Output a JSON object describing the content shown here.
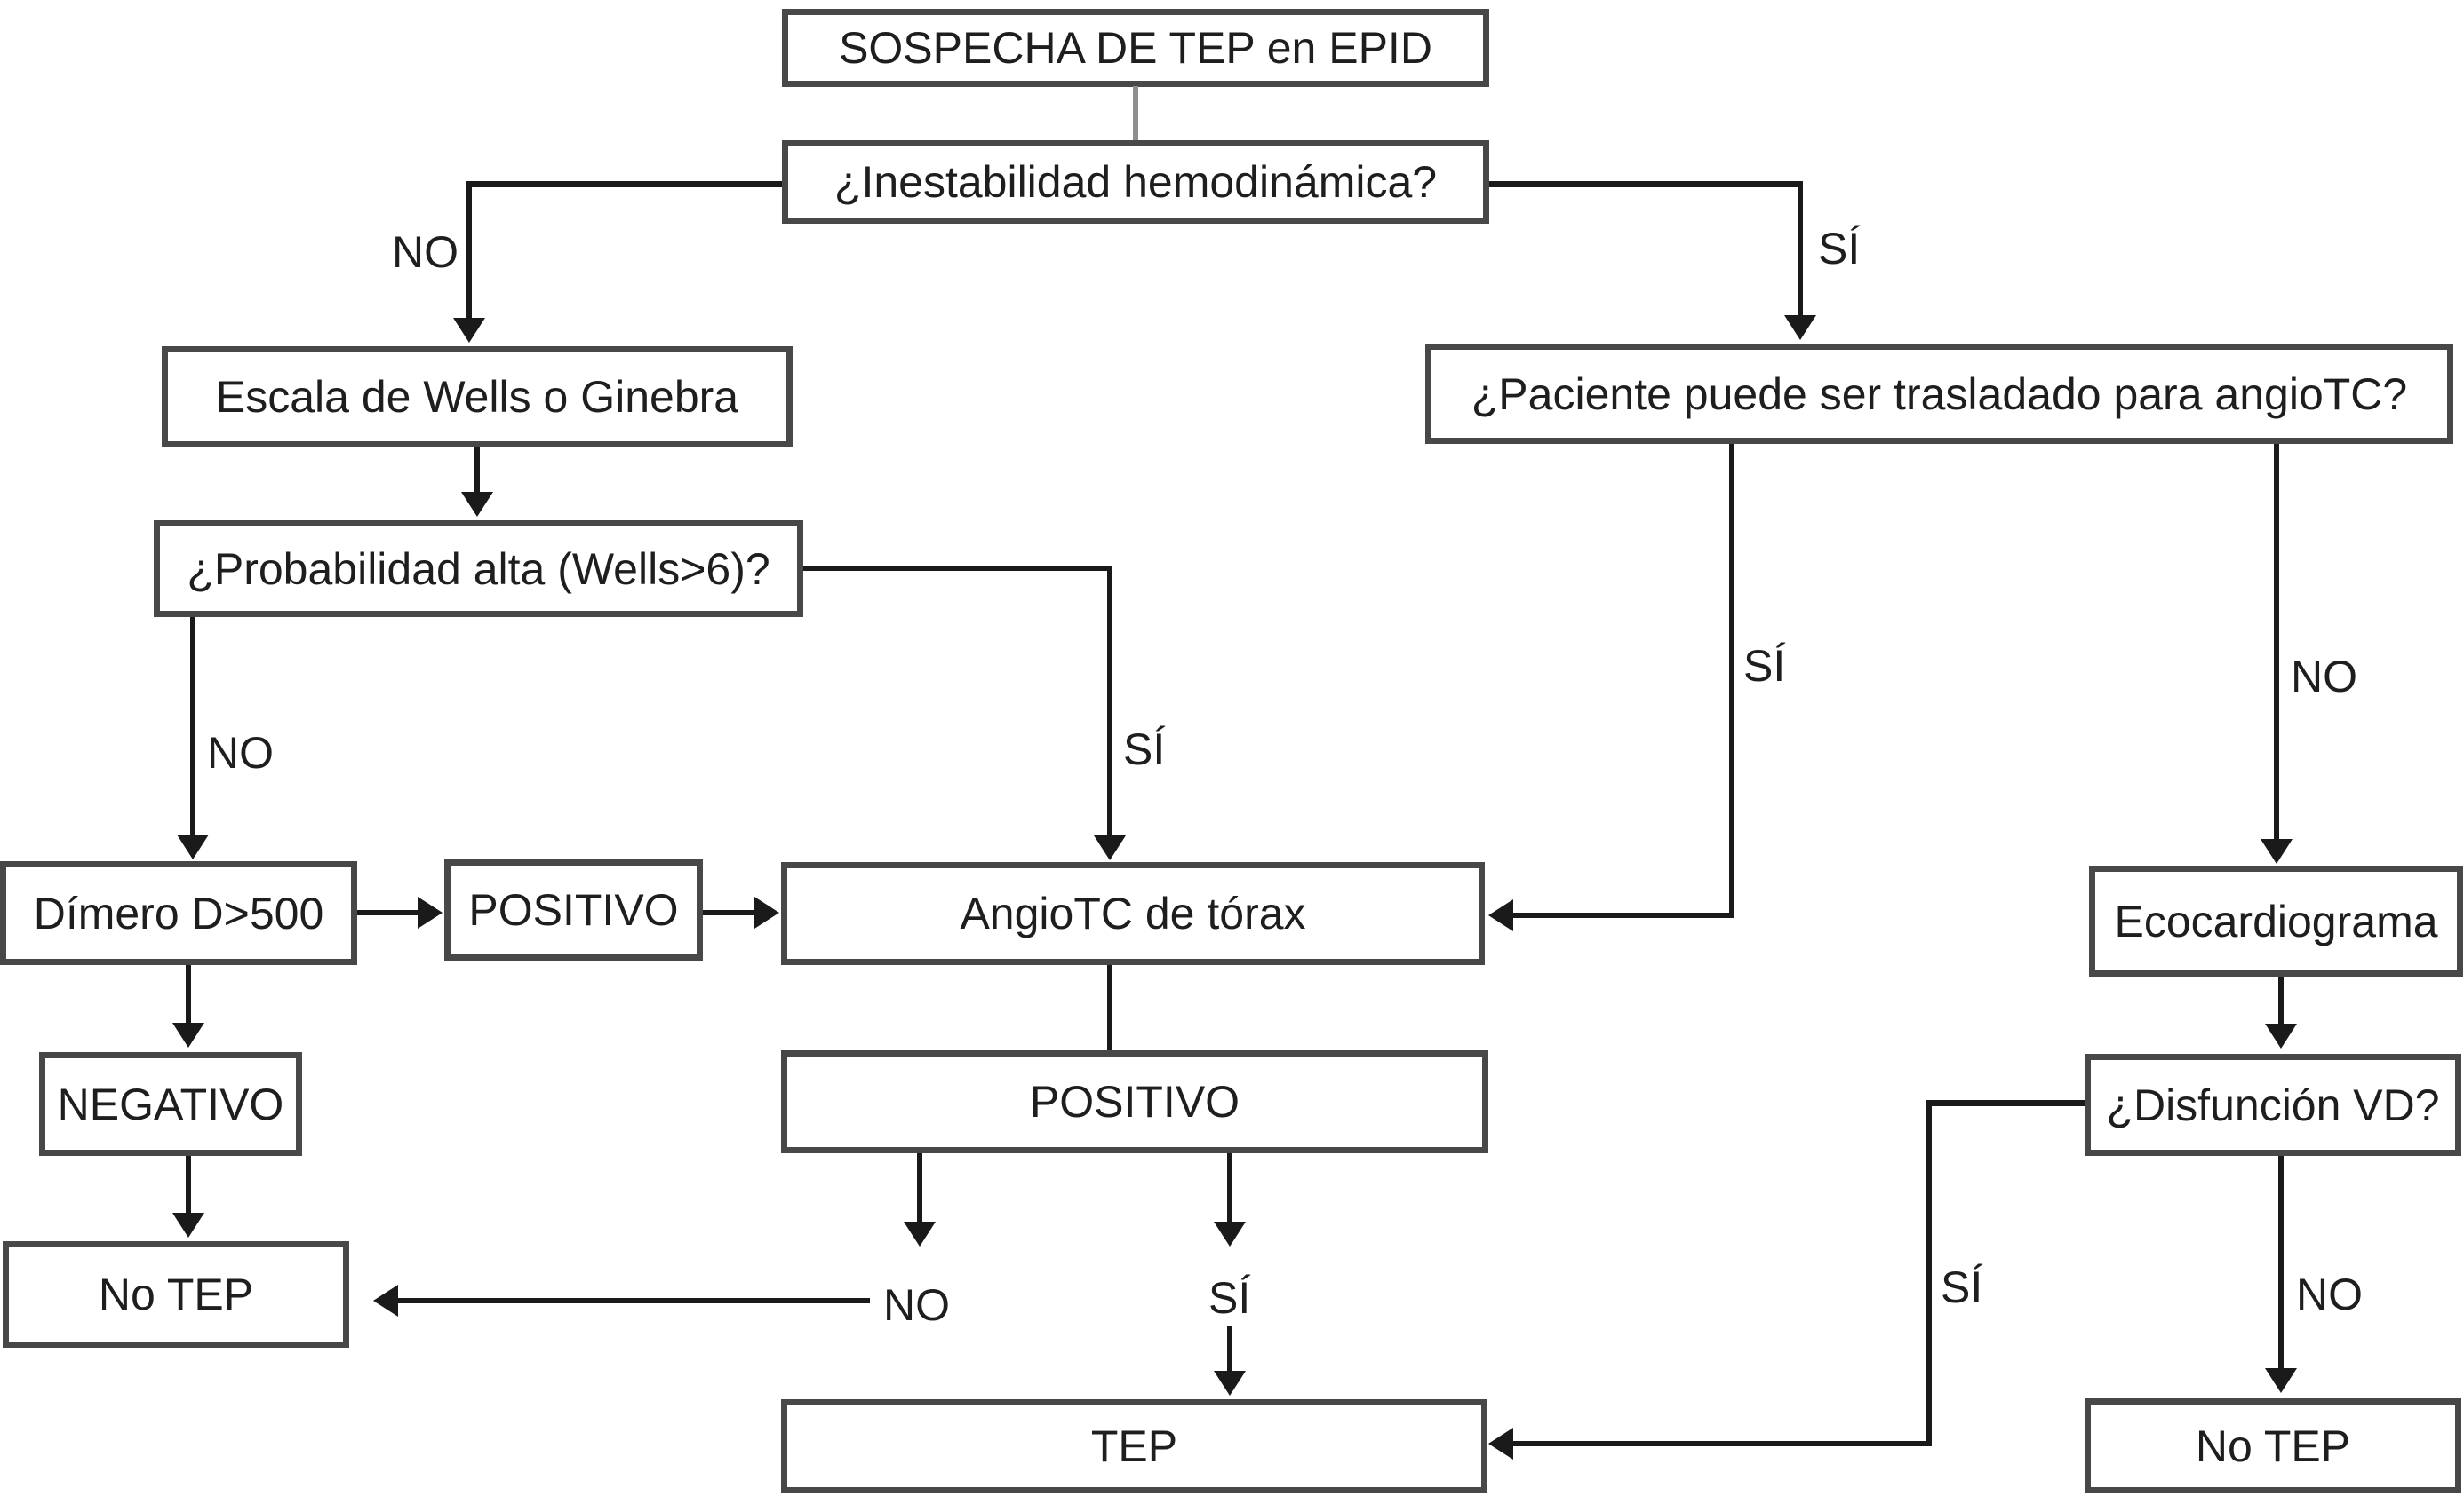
{
  "nodes": {
    "sospecha": {
      "label": "SOSPECHA DE TEP en EPID"
    },
    "inestabilidad": {
      "label": "¿Inestabilidad hemodinámica?"
    },
    "escala": {
      "label": "Escala de Wells o Ginebra"
    },
    "probabilidad": {
      "label": "¿Probabilidad alta (Wells>6)?"
    },
    "dimero": {
      "label": "Dímero D>500"
    },
    "positivo_dimero": {
      "label": "POSITIVO"
    },
    "angiotc": {
      "label": "AngioTC de tórax"
    },
    "negativo": {
      "label": "NEGATIVO"
    },
    "no_tep_izq": {
      "label": "No TEP"
    },
    "positivo_angiotc": {
      "label": "POSITIVO"
    },
    "tep": {
      "label": "TEP"
    },
    "paciente": {
      "label": "¿Paciente puede ser trasladado para angioTC?"
    },
    "ecocardiograma": {
      "label": "Ecocardiograma"
    },
    "disfuncion": {
      "label": "¿Disfunción VD?"
    },
    "no_tep_der": {
      "label": "No TEP"
    }
  },
  "edge_labels": {
    "no_hemo": "NO",
    "si_hemo": "SÍ",
    "no_prob": "NO",
    "si_prob": "SÍ",
    "si_traslado": "SÍ",
    "no_traslado": "NO",
    "no_tc": "NO",
    "si_tc": "SÍ",
    "si_vd": "SÍ",
    "no_vd": "NO"
  },
  "colors": {
    "box_border": "#484848",
    "line": "#1a1a1a",
    "top_connector_gray": "#8f8f8f",
    "text": "#1e1e1e",
    "background": "#ffffff"
  }
}
